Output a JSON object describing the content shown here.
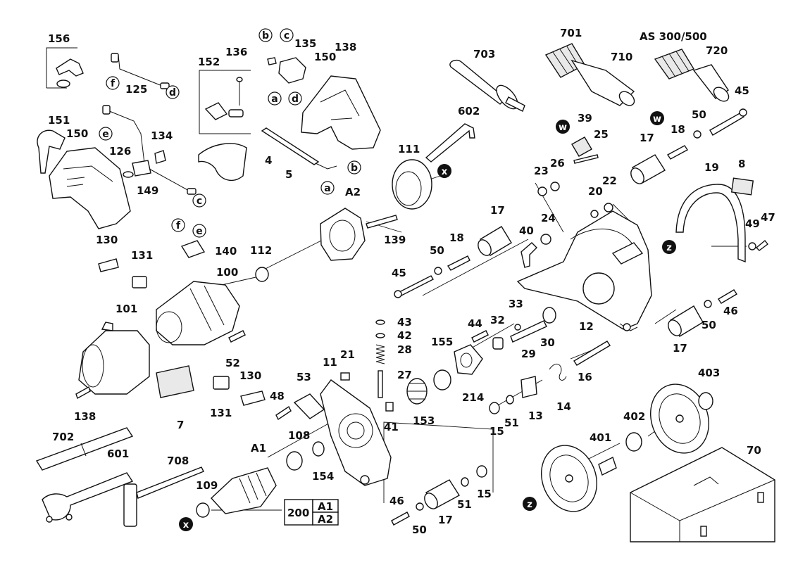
{
  "diagram_title": "AS 300/500",
  "part_labels": {
    "p156": "156",
    "p125": "125",
    "p151": "151",
    "p150a": "150",
    "p126": "126",
    "p149": "149",
    "p134": "134",
    "p152": "152",
    "p136": "136",
    "p135": "135",
    "p138a": "138",
    "p150b": "150",
    "p4": "4",
    "p5": "5",
    "p703": "703",
    "p602": "602",
    "p701": "701",
    "p710": "710",
    "p720": "720",
    "p45a": "45",
    "p50a": "50",
    "p18a": "18",
    "p17a": "17",
    "p39": "39",
    "p25": "25",
    "p26": "26",
    "p23": "23",
    "p20": "20",
    "p22": "22",
    "p19": "19",
    "p8": "8",
    "p49": "49",
    "p47": "47",
    "p111": "111",
    "pA2": "A2",
    "p139": "139",
    "p130a": "130",
    "p131a": "131",
    "p140": "140",
    "p112": "112",
    "p100": "100",
    "p101": "101",
    "p52": "52",
    "p138b": "138",
    "p7": "7",
    "p131b": "131",
    "p130b": "130",
    "p48": "48",
    "p53": "53",
    "p11": "11",
    "p21": "21",
    "p43": "43",
    "p42": "42",
    "p28": "28",
    "p27": "27",
    "p155": "155",
    "p44": "44",
    "p32": "32",
    "p33": "33",
    "p29": "29",
    "p30": "30",
    "p12": "12",
    "p46a": "46",
    "p50b": "50",
    "p17b": "17",
    "p17c": "17",
    "p18b": "18",
    "p50c": "50",
    "p45b": "45",
    "p24": "24",
    "p40": "40",
    "p41": "41",
    "p153": "153",
    "p214": "214",
    "p15a": "15",
    "p51a": "51",
    "p13": "13",
    "p14": "14",
    "p16": "16",
    "p403": "403",
    "p402": "402",
    "p401": "401",
    "p70": "70",
    "p702": "702",
    "p601": "601",
    "p708": "708",
    "p109": "109",
    "pA1": "A1",
    "p108": "108",
    "p154": "154",
    "p200": "200",
    "pA1box": "A1",
    "pA2box": "A2",
    "p46b": "46",
    "p50d": "50",
    "p17d": "17",
    "p51b": "51",
    "p15b": "15"
  },
  "callout_letters": {
    "b1": "b",
    "c1": "c",
    "a1": "a",
    "d1": "d",
    "f1": "f",
    "d2": "d",
    "e1": "e",
    "c2": "c",
    "b2": "b",
    "a2": "a",
    "f2": "f",
    "e2": "e",
    "x1": "x",
    "x2": "x",
    "w1": "w",
    "w2": "w",
    "z1": "z",
    "z2": "z"
  },
  "colors": {
    "line": "#111111",
    "fill": "#ffffff",
    "shade": "#e9e9e9",
    "badge": "#111111"
  }
}
